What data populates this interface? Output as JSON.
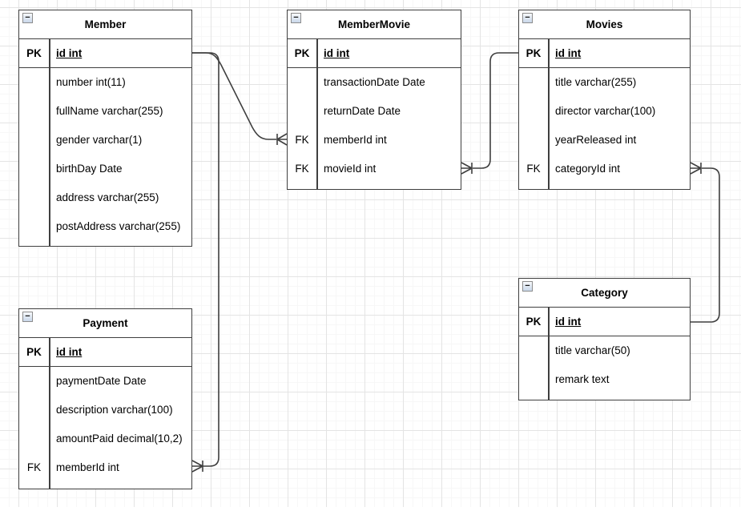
{
  "icons": {
    "collapse_minus": "−"
  },
  "colors": {
    "table_border": "#3f3f3f",
    "table_fill": "#ffffff",
    "text": "#000000",
    "connector": "#3f3f3f",
    "grid_major": "#e4e4e4",
    "grid_minor": "#f7f7f7",
    "collapse_button_fill": "#dce6f1"
  },
  "entities": [
    {
      "title": "Member",
      "pk": {
        "key": "PK",
        "field": "id int"
      },
      "rows": [
        {
          "key": "",
          "field": "number int(11)"
        },
        {
          "key": "",
          "field": "fullName varchar(255)"
        },
        {
          "key": "",
          "field": "gender varchar(1)"
        },
        {
          "key": "",
          "field": "birthDay Date"
        },
        {
          "key": "",
          "field": "address varchar(255)"
        },
        {
          "key": "",
          "field": "postAddress varchar(255)"
        }
      ]
    },
    {
      "title": "MemberMovie",
      "pk": {
        "key": "PK",
        "field": "id int"
      },
      "rows": [
        {
          "key": "",
          "field": "transactionDate Date"
        },
        {
          "key": "",
          "field": "returnDate Date"
        },
        {
          "key": "FK",
          "field": "memberId int"
        },
        {
          "key": "FK",
          "field": "movieId int"
        }
      ]
    },
    {
      "title": "Movies",
      "pk": {
        "key": "PK",
        "field": "id int"
      },
      "rows": [
        {
          "key": "",
          "field": "title varchar(255)"
        },
        {
          "key": "",
          "field": "director varchar(100)"
        },
        {
          "key": "",
          "field": "yearReleased int"
        },
        {
          "key": "FK",
          "field": "categoryId int"
        }
      ]
    },
    {
      "title": "Category",
      "pk": {
        "key": "PK",
        "field": "id int"
      },
      "rows": [
        {
          "key": "",
          "field": "title varchar(50)"
        },
        {
          "key": "",
          "field": "remark text"
        }
      ]
    },
    {
      "title": "Payment",
      "pk": {
        "key": "PK",
        "field": "id int"
      },
      "rows": [
        {
          "key": "",
          "field": "paymentDate Date"
        },
        {
          "key": "",
          "field": "description varchar(100)"
        },
        {
          "key": "",
          "field": "amountPaid decimal(10,2)"
        },
        {
          "key": "FK",
          "field": "memberId int"
        }
      ]
    }
  ],
  "relationships": [
    {
      "from": "Member.id",
      "to": "MemberMovie.memberId",
      "cardinality": "1:N",
      "many_marker_at": "MemberMovie"
    },
    {
      "from": "Movies.id",
      "to": "MemberMovie.movieId",
      "cardinality": "1:N",
      "many_marker_at": "MemberMovie"
    },
    {
      "from": "Category.id",
      "to": "Movies.categoryId",
      "cardinality": "1:N",
      "many_marker_at": "Movies"
    },
    {
      "from": "Member.id",
      "to": "Payment.memberId",
      "cardinality": "1:N",
      "many_marker_at": "Payment"
    }
  ]
}
